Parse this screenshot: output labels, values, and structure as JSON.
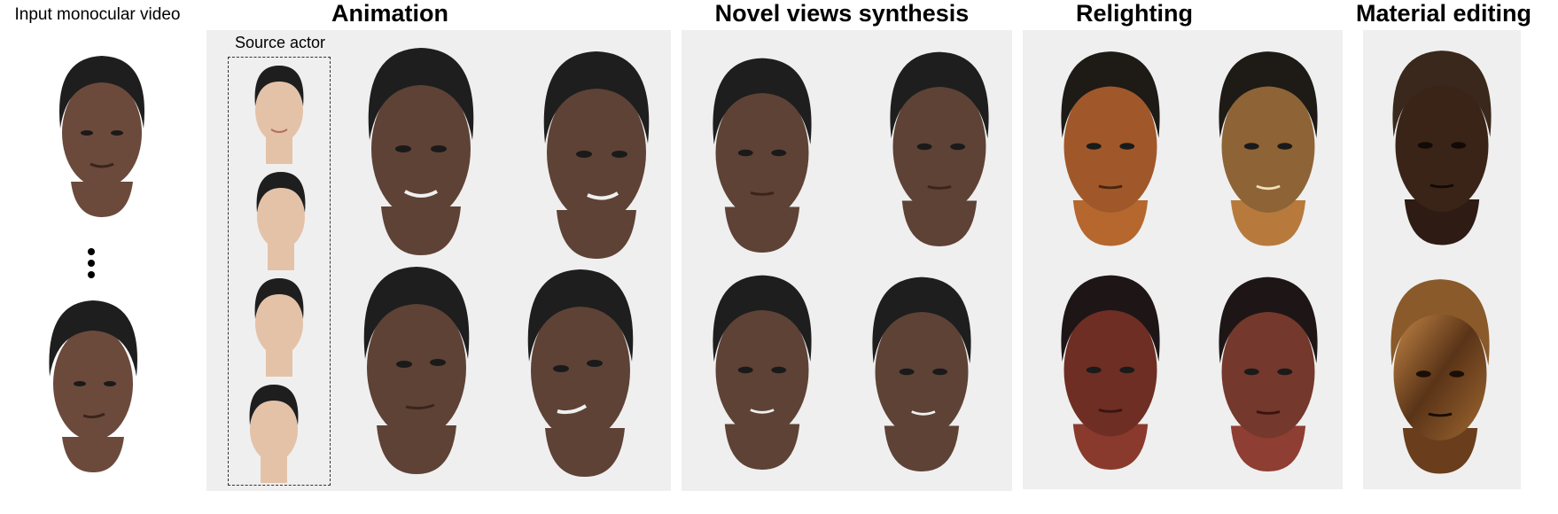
{
  "titles": {
    "input": "Input monocular video",
    "animation": "Animation",
    "novel_views": "Novel views synthesis",
    "relighting": "Relighting",
    "material": "Material editing"
  },
  "source_actor_label": "Source actor",
  "palette": {
    "panel_bg": "#efefef",
    "skin_natural": "#6b4a3c",
    "skin_dark": "#4e352b",
    "hair": "#1e1e1e",
    "relight_warm": "#b5672e",
    "relight_red": "#7a3228",
    "material_dark": "#2e1c14",
    "material_gold": "#8a5a2a",
    "source_skin": "#e4c2a8"
  }
}
